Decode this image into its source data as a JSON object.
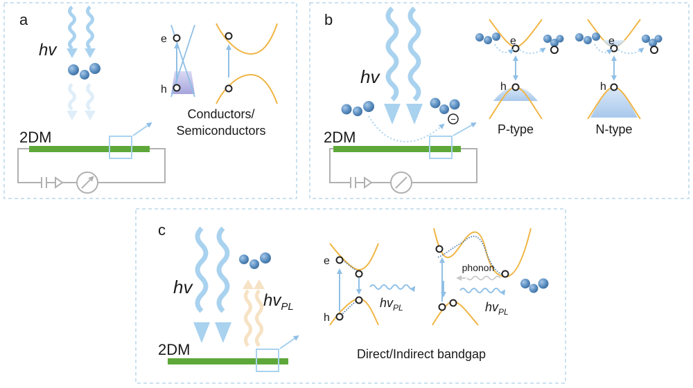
{
  "panel_a": {
    "letter": "a",
    "hv": "hv",
    "e": "e",
    "h": "h",
    "caption_line1": "Conductors/",
    "caption_line2": "Semiconductors",
    "material": "2DM"
  },
  "panel_b": {
    "letter": "b",
    "hv": "hv",
    "material": "2DM",
    "minus": "−",
    "ptype": {
      "e": "e",
      "h": "h",
      "label": "P-type"
    },
    "ntype": {
      "e": "e",
      "h": "h",
      "label": "N-type"
    }
  },
  "panel_c": {
    "letter": "c",
    "hv": "hv",
    "hv_pl": "hv",
    "pl_sub": "PL",
    "material": "2DM",
    "e": "e",
    "h": "h",
    "phonon": "phonon",
    "caption": "Direct/Indirect bandgap"
  },
  "colors": {
    "frame": "#b9d7ec",
    "wave": "#a9d2ef",
    "wave_faded": "#d8ebf8",
    "wave_pl": "#f6e2c4",
    "band": "#f0b544",
    "material": "#5ea83a",
    "molecule": "#5b8fc1",
    "circuit": "#b0b0b0",
    "fill_blue": "#a9c8ec"
  }
}
